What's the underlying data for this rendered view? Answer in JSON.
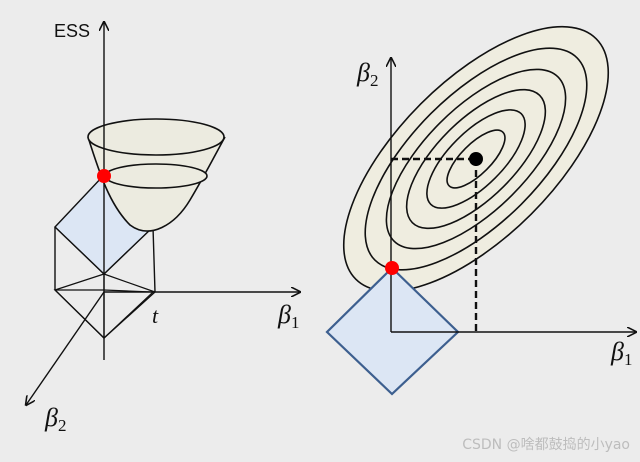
{
  "left_figure": {
    "axis_vertical_label": "ESS",
    "axis_right_label": {
      "symbol": "β",
      "subscript": "1"
    },
    "axis_diagonal_label": {
      "symbol": "β",
      "subscript": "2"
    },
    "constraint_label": "t"
  },
  "right_figure": {
    "axis_vertical_label": {
      "symbol": "β",
      "subscript": "2"
    },
    "axis_horizontal_label": {
      "symbol": "β",
      "subscript": "1"
    }
  },
  "colors": {
    "axis": "#111111",
    "constraint_fill": "#dce6f4",
    "constraint_stroke": "#3d5f8f",
    "contour_fill": "#efede0",
    "solution_point": "#ff0000",
    "ols_point": "#000000"
  },
  "watermark": "CSDN @啥都鼓捣的小yao"
}
